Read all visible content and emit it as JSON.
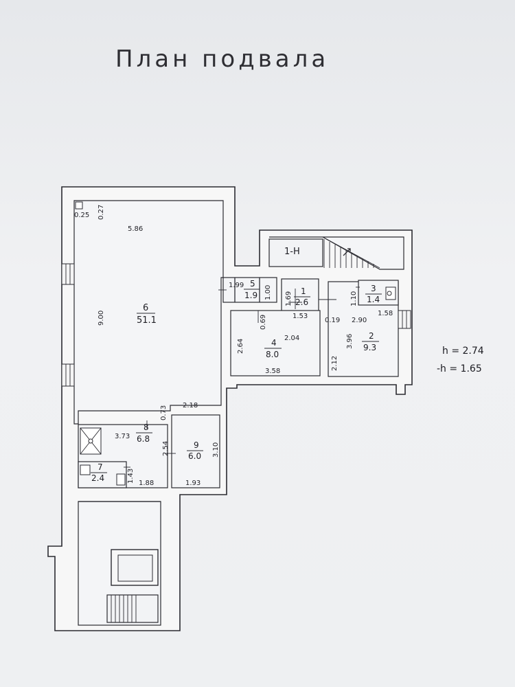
{
  "title": "План подвала",
  "legend": {
    "h": "h = 2.74",
    "neg_h": "-h = 1.65"
  },
  "stair_label": "1-Н",
  "rooms": [
    {
      "num": "1",
      "area": "2.6"
    },
    {
      "num": "2",
      "area": "9.3"
    },
    {
      "num": "3",
      "area": "1.4"
    },
    {
      "num": "4",
      "area": "8.0"
    },
    {
      "num": "5",
      "area": "1.9"
    },
    {
      "num": "6",
      "area": "51.1"
    },
    {
      "num": "7",
      "area": "2.4"
    },
    {
      "num": "8",
      "area": "6.8"
    },
    {
      "num": "9",
      "area": "6.0"
    }
  ],
  "dims": {
    "d025": "0.25",
    "d027": "0.27",
    "d586": "5.86",
    "d900": "9.00",
    "d199": "1.99",
    "d100": "1.00",
    "d169": "1.69",
    "d153": "1.53",
    "d110": "1.10",
    "d158": "1.58",
    "d019": "0.19",
    "d290": "2.90",
    "d069": "0.69",
    "d264": "2.64",
    "d204": "2.04",
    "d358": "3.58",
    "d396": "3.96",
    "d212": "2.12",
    "d073": "0.73",
    "d218": "2.18",
    "d373": "3.73",
    "d254": "2.54",
    "d310": "3.10",
    "d143": "1.43",
    "d188": "1.88",
    "d193": "1.93"
  }
}
